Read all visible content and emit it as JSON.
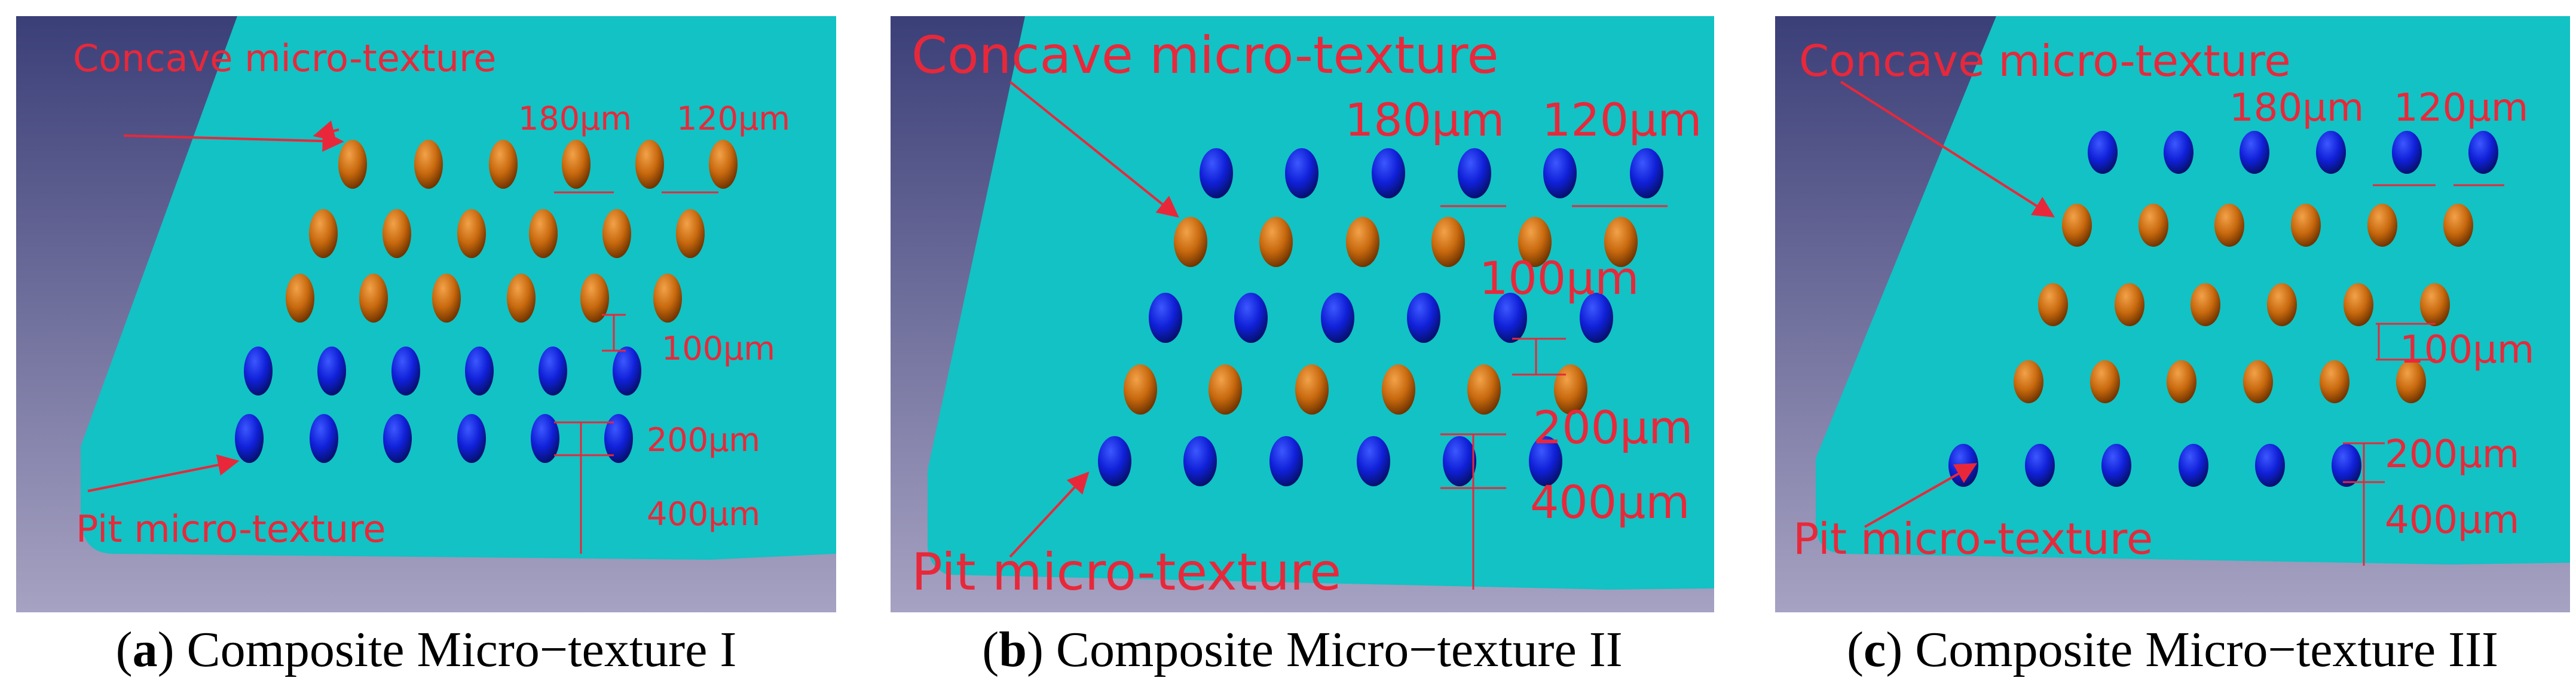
{
  "panels": [
    {
      "id": "a",
      "labels": {
        "concave": "Concave micro-texture",
        "pit": "Pit micro-texture",
        "d180": "180μm",
        "d120": "120μm",
        "d100": "100μm",
        "d200": "200μm",
        "d400": "400μm"
      },
      "caption": {
        "letter": "a",
        "text": "Composite Micro−texture I"
      },
      "rows": [
        "concave",
        "concave",
        "concave",
        "pit",
        "pit"
      ]
    },
    {
      "id": "b",
      "labels": {
        "concave": "Concave micro-texture",
        "pit": "Pit micro-texture",
        "d180": "180μm",
        "d120": "120μm",
        "d100": "100μm",
        "d200": "200μm",
        "d400": "400μm"
      },
      "caption": {
        "letter": "b",
        "text": "Composite Micro−texture II"
      },
      "rows": [
        "pit",
        "concave",
        "pit",
        "concave",
        "pit"
      ]
    },
    {
      "id": "c",
      "labels": {
        "concave": "Concave micro-texture",
        "pit": "Pit micro-texture",
        "d180": "180μm",
        "d120": "120μm",
        "d100": "100μm",
        "d200": "200μm",
        "d400": "400μm"
      },
      "caption": {
        "letter": "c",
        "text": "Composite Micro−texture III"
      },
      "rows": [
        "pit",
        "concave",
        "concave",
        "concave",
        "pit"
      ]
    }
  ],
  "colors": {
    "surface": "#12c2c4",
    "background_top": "#3b3f78",
    "background_bottom": "#a6a2c2",
    "concave": "#c8690e",
    "pit": "#1020d8",
    "annotation": "#e8283a"
  }
}
